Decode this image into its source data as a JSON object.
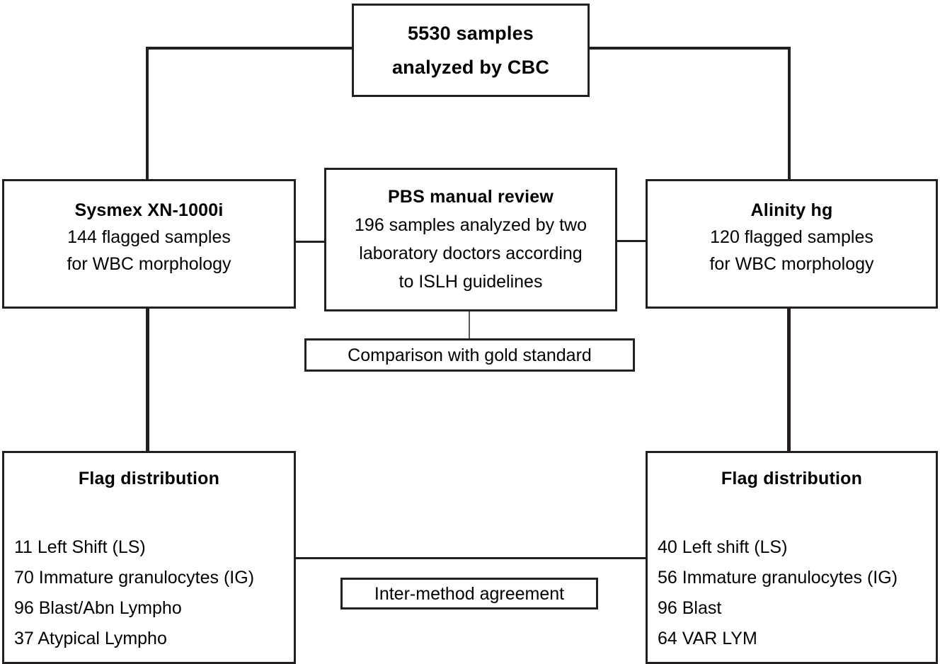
{
  "figure": {
    "type": "flowchart",
    "top_box": {
      "line1": "5530 samples",
      "line2": "analyzed by CBC"
    },
    "left_analyzer": {
      "title": "Sysmex XN-1000i",
      "line1": "144 flagged samples",
      "line2": "for WBC morphology",
      "flagged_count": 144
    },
    "middle": {
      "title": "PBS manual review",
      "line1": "196 samples analyzed by two",
      "line2": "laboratory doctors according",
      "line3": "to ISLH guidelines",
      "sample_count": 196
    },
    "right_analyzer": {
      "title": "Alinity hg",
      "line1": "120 flagged samples",
      "line2": "for WBC morphology",
      "flagged_count": 120
    },
    "comparison_box": {
      "label": "Comparison with gold standard"
    },
    "inter_method_box": {
      "label": "Inter-method agreement"
    },
    "flags_left": {
      "title": "Flag distribution",
      "items": [
        "11 Left Shift (LS)",
        "70 Immature granulocytes (IG)",
        "96 Blast/Abn Lympho",
        "37 Atypical Lympho"
      ]
    },
    "flags_right": {
      "title": "Flag distribution",
      "items": [
        "40 Left shift (LS)",
        "56 Immature granulocytes (IG)",
        "96 Blast",
        "64 VAR LYM"
      ]
    },
    "colors": {
      "stroke": "#231f20",
      "thin_stroke": "#58595b",
      "background": "#ffffff",
      "text": "#000000"
    }
  }
}
